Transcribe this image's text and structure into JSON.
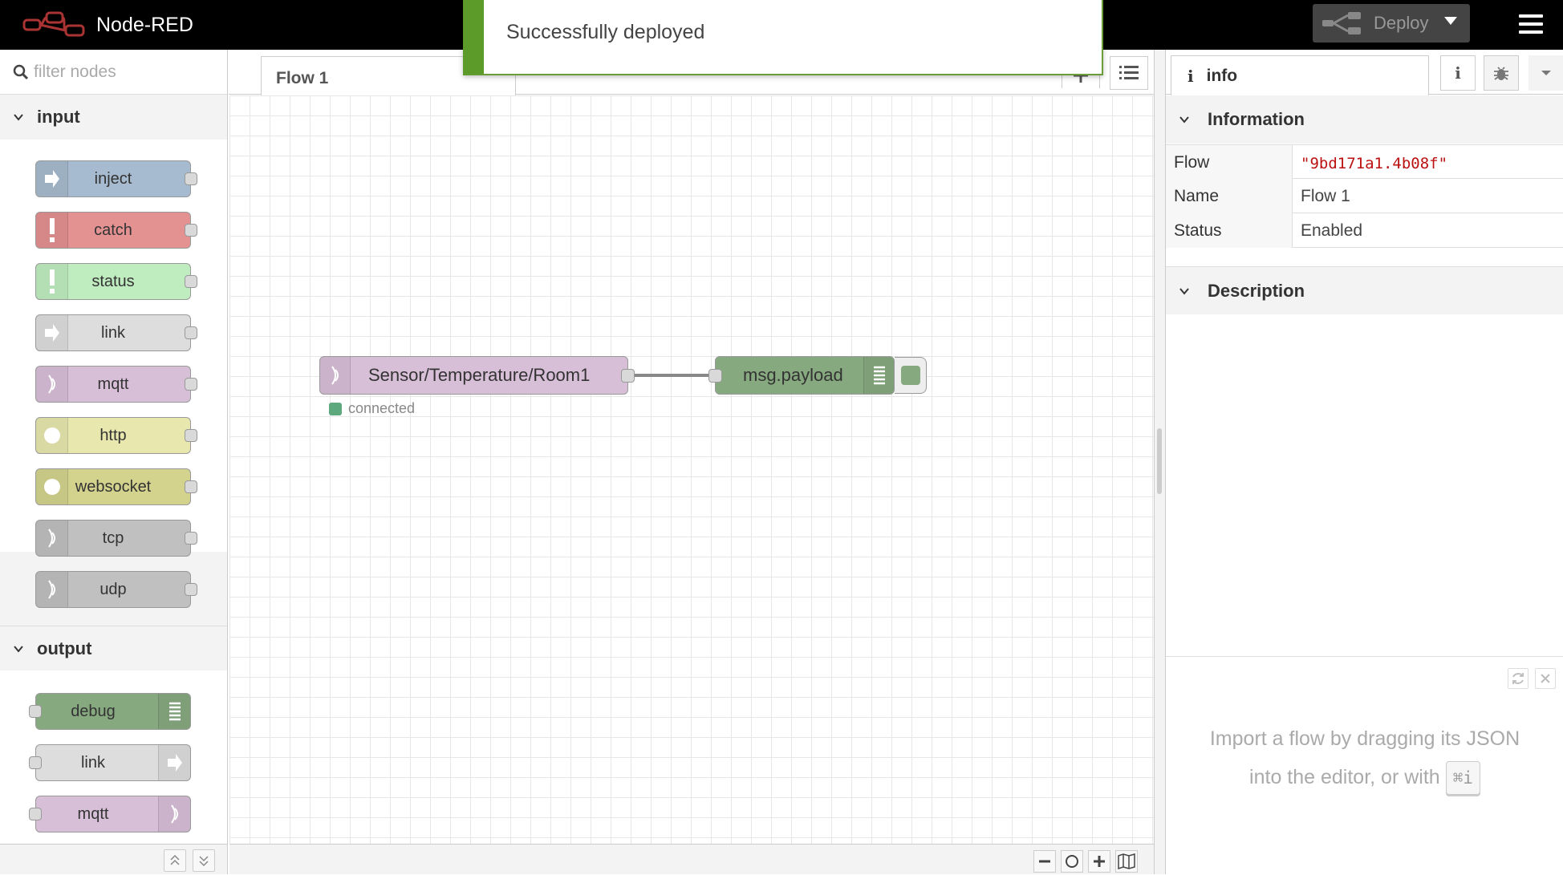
{
  "header": {
    "title": "Node-RED",
    "deploy_label": "Deploy"
  },
  "notification": {
    "message": "Successfully deployed"
  },
  "palette": {
    "search_placeholder": "filter nodes",
    "categories": [
      {
        "label": "input",
        "nodes": [
          "inject",
          "catch",
          "status",
          "link",
          "mqtt",
          "http",
          "websocket",
          "tcp",
          "udp"
        ]
      },
      {
        "label": "output",
        "nodes": [
          "debug",
          "link",
          "mqtt"
        ]
      }
    ]
  },
  "workspace": {
    "tab": "Flow 1",
    "nodes": [
      {
        "label": "Sensor/Temperature/Room1",
        "status": "connected"
      },
      {
        "label": "msg.payload"
      }
    ]
  },
  "sidebar": {
    "tab": "info",
    "information_header": "Information",
    "rows": [
      {
        "key": "Flow",
        "value": "\"9bd171a1.4b08f\""
      },
      {
        "key": "Name",
        "value": "Flow 1"
      },
      {
        "key": "Status",
        "value": "Enabled"
      }
    ],
    "description_header": "Description",
    "help_line1": "Import a flow by dragging its JSON",
    "help_line2": "into the editor, or with",
    "help_key": "⌘i"
  },
  "colors": {
    "inject": "#a6bbcf",
    "catch": "#e49191",
    "status": "#c0edc0",
    "link": "#dddddd",
    "mqtt": "#d8bfd8",
    "http": "#e7e7ae",
    "websocket": "#d3d38e",
    "tcp": "#c0c0c0",
    "udp": "#c0c0c0",
    "debug": "#87a980",
    "success": "#5c9b2a",
    "status_dot": "#5ea87e"
  }
}
